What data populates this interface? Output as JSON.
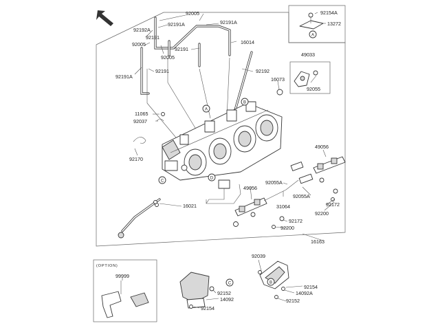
{
  "diagram": {
    "option_label": "(OPTION)",
    "parts": {
      "p92005a": "92005",
      "p92191a": "92191A",
      "p92192a": "92192A",
      "p92191b": "92191",
      "p92005b": "92005",
      "p92005c": "92005",
      "p92191c": "92191",
      "p16014": "16014",
      "p92191d": "92191A",
      "p92191e": "92191",
      "p92191f": "92191A",
      "p92192": "92192",
      "p16073": "16073",
      "p49033": "49033",
      "p92055": "92055",
      "p92154a_top": "92154A",
      "p13272": "13272",
      "p11065": "11065",
      "p92037": "92037",
      "p92170": "92170",
      "p49056a": "49056",
      "p92055a": "92055A",
      "p49056b": "49056",
      "p92055a_b": "92055A",
      "p31064": "31064",
      "p92172a": "92172",
      "p92200a": "92200",
      "p92172b": "92172",
      "p92200b": "92200",
      "p16021": "16021",
      "p16163": "16163",
      "p99999": "99999",
      "p92039": "92039",
      "p92154b": "92154",
      "p14092a": "14092A",
      "p92152a": "92152",
      "p92152b": "92152",
      "p14092": "14092",
      "p92154c": "92154"
    },
    "callouts": {
      "a": "A",
      "b": "B",
      "c": "C",
      "d": "D"
    }
  }
}
